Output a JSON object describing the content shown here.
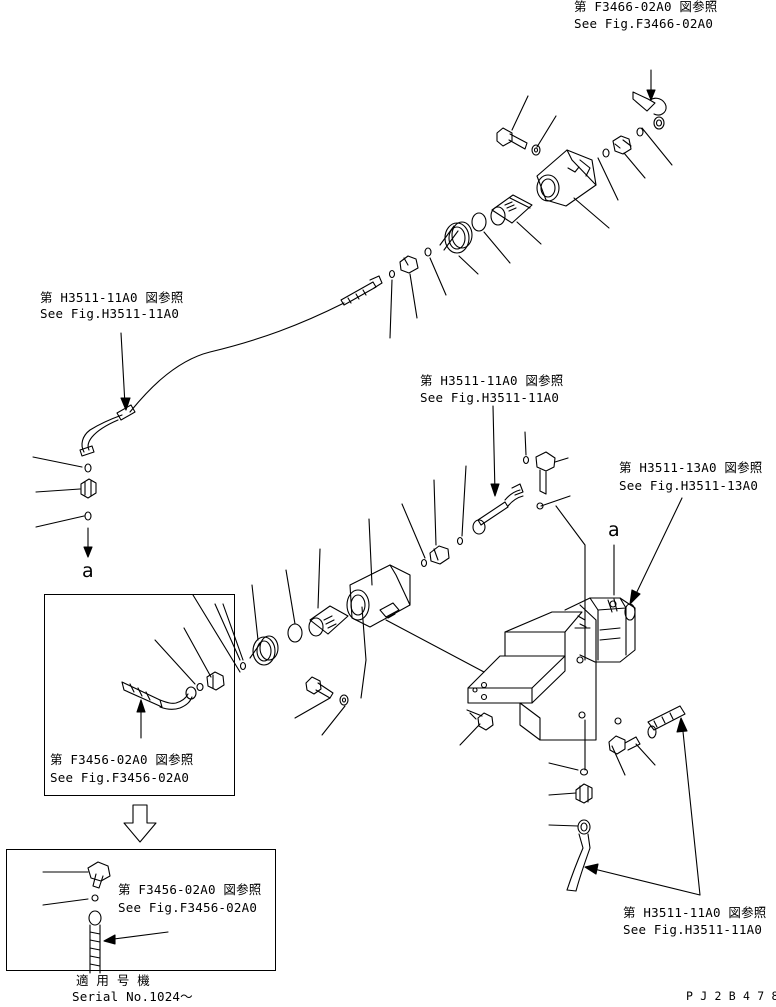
{
  "diagram": {
    "refs": {
      "f3466_top": {
        "ja": "第 F3466-02A0 図参照",
        "en": "See Fig.F3466-02A0"
      },
      "h3511_left": {
        "ja": "第 H3511-11A0 図参照",
        "en": "See Fig.H3511-11A0"
      },
      "h3511_mid": {
        "ja": "第 H3511-11A0 図参照",
        "en": "See Fig.H3511-11A0"
      },
      "h3511_13": {
        "ja": "第 H3511-13A0 図参照",
        "en": "See Fig.H3511-13A0"
      },
      "f3456_box": {
        "ja": "第 F3456-02A0 図参照",
        "en": "See Fig.F3456-02A0"
      },
      "f3456_lower": {
        "ja": "第 F3456-02A0 図参照",
        "en": "See Fig.F3456-02A0"
      },
      "h3511_bottom": {
        "ja": "第 H3511-11A0 図参照",
        "en": "See Fig.H3511-11A0"
      }
    },
    "connector_letter_left": "a",
    "connector_letter_right": "a",
    "serial": {
      "ja": "適 用 号 機",
      "en": "Serial No.1024～"
    },
    "drawing_code": "P J 2 B 4 7 8"
  }
}
